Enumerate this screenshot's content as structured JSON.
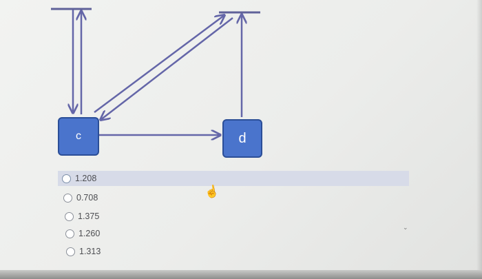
{
  "diagram": {
    "nodes": [
      {
        "id": "c",
        "label": "c"
      },
      {
        "id": "d",
        "label": "d"
      }
    ]
  },
  "question": {
    "options": [
      {
        "label": "1.208",
        "selected": true
      },
      {
        "label": "0.708",
        "selected": false
      },
      {
        "label": "1.375",
        "selected": false
      },
      {
        "label": "1.260",
        "selected": false
      },
      {
        "label": "1.313",
        "selected": false
      }
    ]
  },
  "colors": {
    "node_fill": "#4a74cc",
    "edge": "#6466a8",
    "selected_row": "#d7dbe8"
  },
  "icons": {
    "cursor": "hand-pointer-icon",
    "dropdown": "chevron-down-icon"
  }
}
